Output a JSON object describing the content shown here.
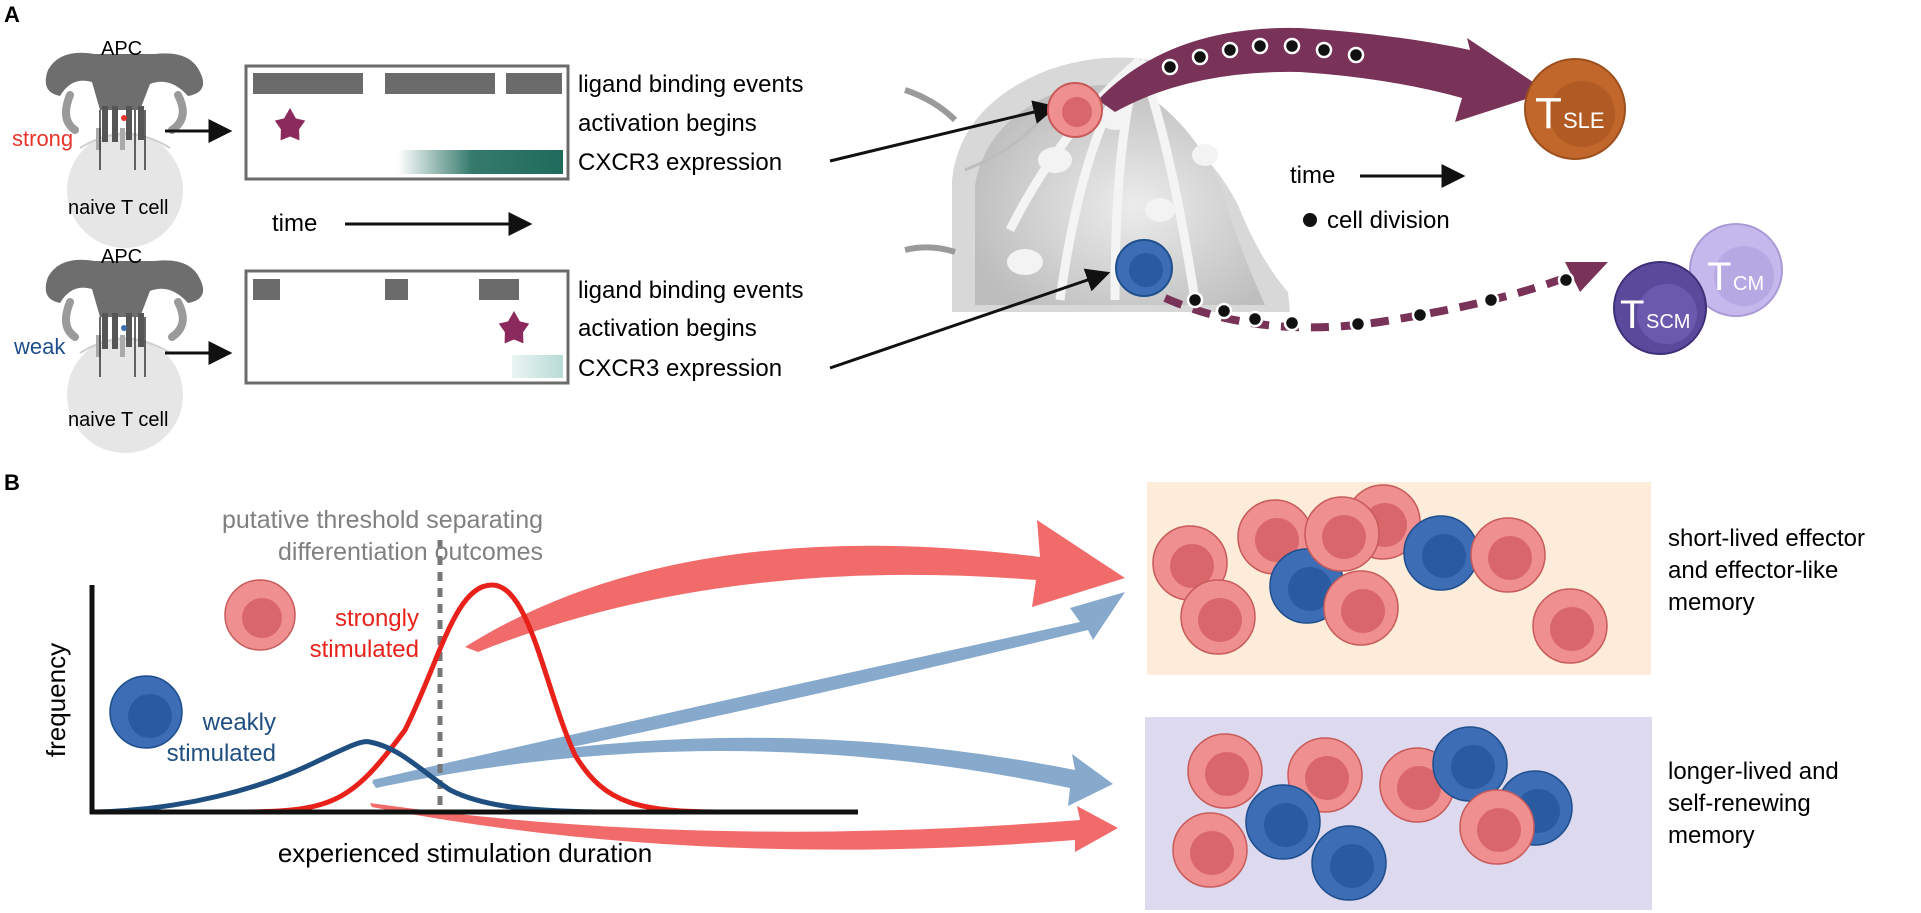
{
  "panels": {
    "a": "A",
    "b": "B"
  },
  "panel_a": {
    "strong_row": {
      "apc_label": "APC",
      "strength_label": "strong",
      "tcell_label": "naive T cell",
      "events": [
        "ligand binding events",
        "activation begins",
        "CXCR3 expression"
      ]
    },
    "weak_row": {
      "apc_label": "APC",
      "strength_label": "weak",
      "tcell_label": "naive T cell",
      "events": [
        "ligand binding events",
        "activation begins",
        "CXCR3 expression"
      ]
    },
    "time_label": "time",
    "node_time_label": "time",
    "cell_division_label": "cell division",
    "fates": {
      "sle": {
        "main": "T",
        "sub": "SLE"
      },
      "scm": {
        "main": "T",
        "sub": "SCM"
      },
      "cm": {
        "main": "T",
        "sub": "CM"
      }
    },
    "colors": {
      "strong": "#e8332a",
      "weak": "#1f4e8c",
      "arrow_purple": "#7a3358",
      "star": "#8b2a5c",
      "cxcr3_strong": "#1f6b5c",
      "cxcr3_weak": "#b8dcd6",
      "tsle": "#c2672b",
      "tscm": "#5b4a9c",
      "tcm": "#c4b8ec"
    }
  },
  "panel_b": {
    "threshold_label": [
      "putative threshold separating",
      "differentiation outcomes"
    ],
    "strong_label": [
      "strongly",
      "stimulated"
    ],
    "weak_label": [
      "weakly",
      "stimulated"
    ],
    "y_axis_label": "frequency",
    "x_axis_label": "experienced stimulation duration",
    "outcome_short": [
      "short-lived effector",
      "and effector-like",
      "memory"
    ],
    "outcome_long": [
      "longer-lived and",
      "self-renewing",
      "memory"
    ],
    "colors": {
      "strong_curve": "#e8221b",
      "weak_curve": "#1f4e80",
      "arrow_red": "#f26b6b",
      "arrow_blue": "#86a9cc",
      "box_short": "#fcecd9",
      "box_long": "#ddd9ee",
      "threshold": "#777777"
    }
  }
}
